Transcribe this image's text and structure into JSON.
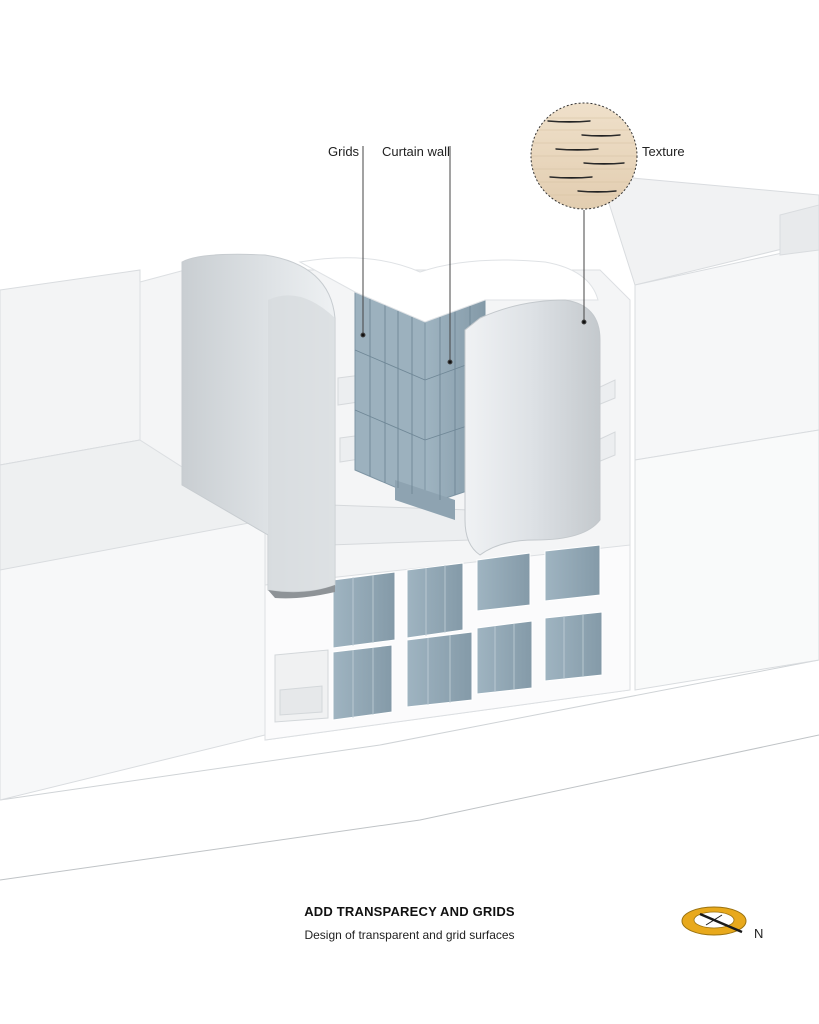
{
  "labels": {
    "grids": "Grids",
    "curtain_wall": "Curtain wall",
    "texture": "Texture"
  },
  "caption": {
    "title": "ADD TRANSPARECY AND GRIDS",
    "subtitle": "Design of transparent and grid surfaces"
  },
  "compass": {
    "label": "N",
    "color": "#e8a91c"
  },
  "colors": {
    "glass": "#8fa6b4",
    "volume": "#dde1e4",
    "massing": "#f4f5f6",
    "wood": "#ead8bf"
  }
}
